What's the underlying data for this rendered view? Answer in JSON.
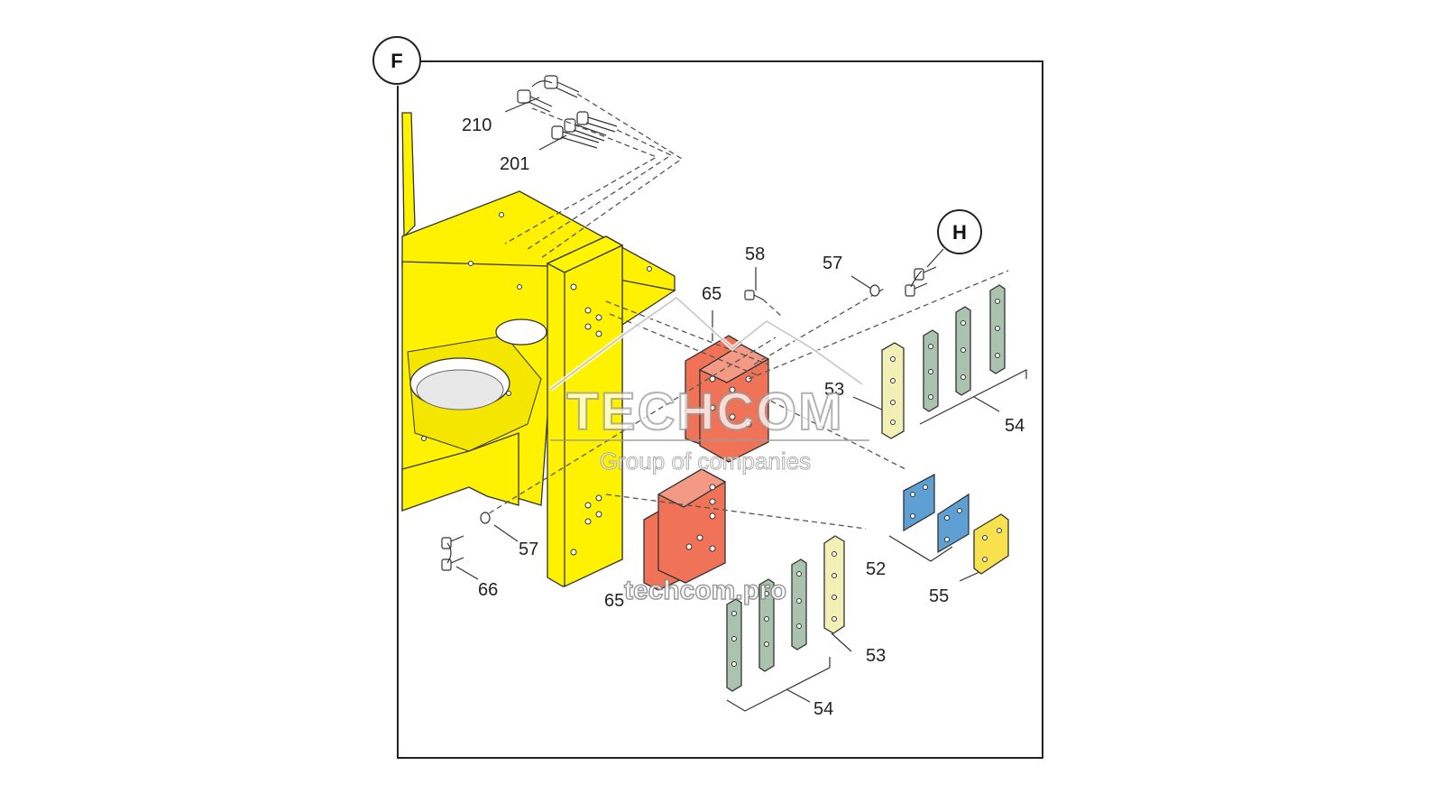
{
  "callouts": {
    "main": "F",
    "detail": "H"
  },
  "labels": {
    "p210": "210",
    "p201": "201",
    "p58": "58",
    "p57_top": "57",
    "p65_top": "65",
    "p53_top": "53",
    "p54_top": "54",
    "p57_left": "57",
    "p66": "66",
    "p65_bottom": "65",
    "p52": "52",
    "p55": "55",
    "p53_bottom": "53",
    "p54_bottom": "54"
  },
  "watermark": {
    "brand": "TECHCOM",
    "tagline": "Group of companies",
    "url": "techcom.pro"
  },
  "colors": {
    "frame_yellow": "#FFF200",
    "bracket_red": "#F07358",
    "shim_green": "#A9C3AE",
    "shim_cream": "#F3F0B6",
    "pad_blue": "#5E9FD4",
    "pad_yellow": "#F8E14C"
  }
}
